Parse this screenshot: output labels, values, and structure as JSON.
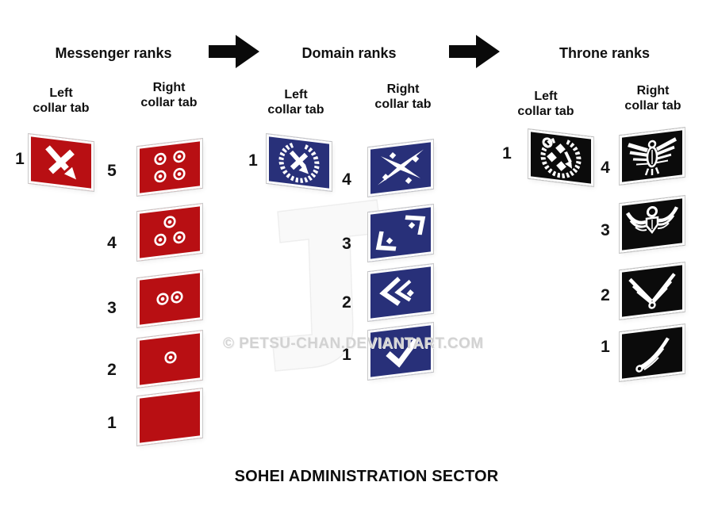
{
  "title": "SOHEI ADMINISTRATION SECTOR",
  "watermark": {
    "text": "© PETSU-CHAN.DEVIANTART.COM",
    "logo": "petsu-chan-logo"
  },
  "colors": {
    "messenger_red": "#B80F13",
    "domain_blue": "#283079",
    "throne_black": "#0B0B0B",
    "arrow_black": "#0A0A0A"
  },
  "groups": {
    "messenger": {
      "title": "Messenger ranks",
      "left_header": {
        "line1": "Left",
        "line2": "collar tab"
      },
      "right_header": {
        "line1": "Right",
        "line2": "collar tab"
      },
      "left_tabs": [
        {
          "rank": "1",
          "icon": "crossed-arrow"
        }
      ],
      "right_tabs": [
        {
          "rank": "5",
          "icon": "pips",
          "pips": 4
        },
        {
          "rank": "4",
          "icon": "pips",
          "pips": 3
        },
        {
          "rank": "3",
          "icon": "pips",
          "pips": 2
        },
        {
          "rank": "2",
          "icon": "pips",
          "pips": 1
        },
        {
          "rank": "1",
          "icon": "plain",
          "pips": 0
        }
      ]
    },
    "domain": {
      "title": "Domain ranks",
      "left_header": {
        "line1": "Left",
        "line2": "collar tab"
      },
      "right_header": {
        "line1": "Right",
        "line2": "collar tab"
      },
      "left_tabs": [
        {
          "rank": "1",
          "icon": "wreath-crossed-arrow"
        }
      ],
      "right_tabs": [
        {
          "rank": "4",
          "icon": "star-cross-diamonds"
        },
        {
          "rank": "3",
          "icon": "corner-brackets-diamonds"
        },
        {
          "rank": "2",
          "icon": "double-chevron-diamond"
        },
        {
          "rank": "1",
          "icon": "checkmark"
        }
      ]
    },
    "throne": {
      "title": "Throne ranks",
      "left_header": {
        "line1": "Left",
        "line2": "collar tab"
      },
      "right_header": {
        "line1": "Right",
        "line2": "collar tab"
      },
      "left_tabs": [
        {
          "rank": "1",
          "icon": "wreath-pinwheel"
        }
      ],
      "right_tabs": [
        {
          "rank": "4",
          "icon": "eagle"
        },
        {
          "rank": "3",
          "icon": "winged-shield"
        },
        {
          "rank": "2",
          "icon": "v-wings"
        },
        {
          "rank": "1",
          "icon": "single-wing"
        }
      ]
    }
  }
}
